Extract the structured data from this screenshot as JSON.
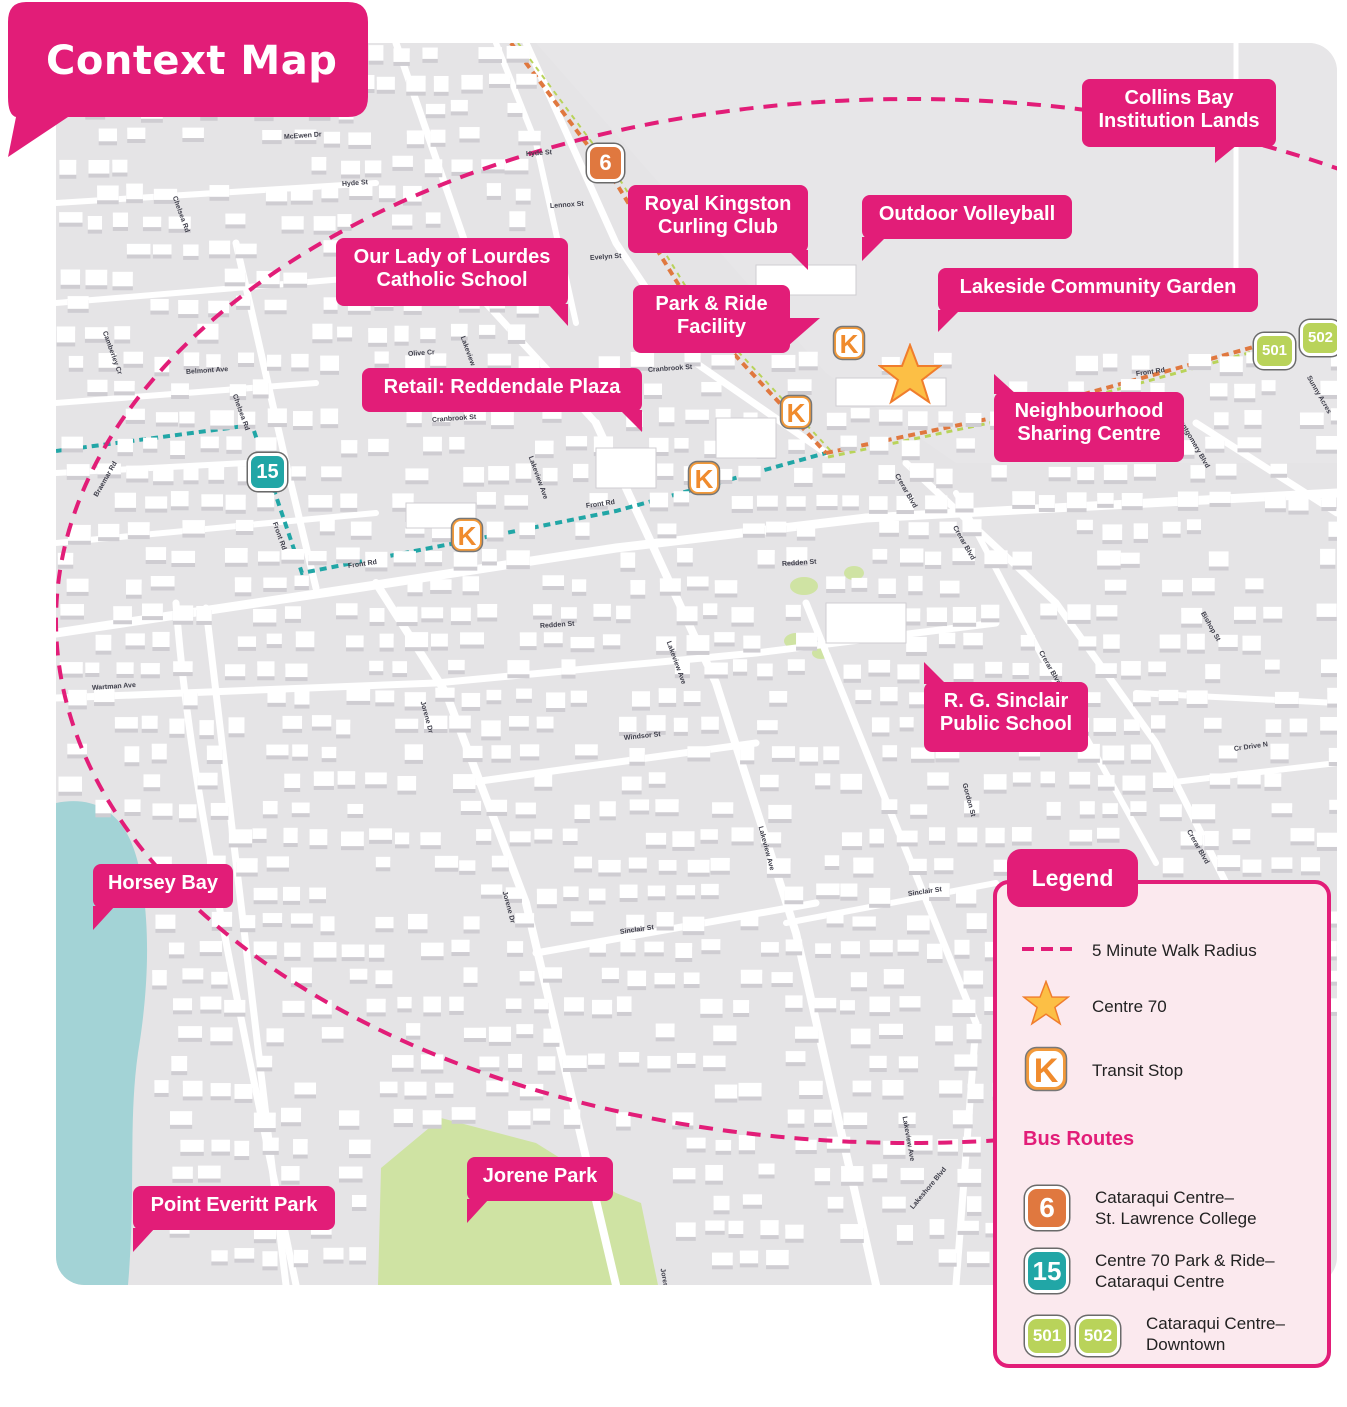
{
  "title": "Context Map",
  "colors": {
    "brand_pink": "#e21d78",
    "map_background": "#e5e4e6",
    "water": "#a3d3d6",
    "park": "#cfe3a3",
    "route_6": "#e0783f",
    "route_15": "#21a6a6",
    "route_501_502": "#b9d35a",
    "centre_star": "#fcbf45"
  },
  "callouts": {
    "collins_bay": "Collins Bay\nInstitution Lands",
    "curling_club": "Royal Kingston\nCurling Club",
    "volleyball": "Outdoor Volleyball",
    "lourdes": "Our Lady of Lourdes\nCatholic School",
    "park_ride": "Park & Ride\nFacility",
    "community_garden": "Lakeside Community Garden",
    "reddendale": "Retail: Reddendale Plaza",
    "sharing_centre": "Neighbourhood\nSharing Centre",
    "sinclair_school": "R. G. Sinclair\nPublic School",
    "horsey_bay": "Horsey Bay",
    "jorene_park": "Jorene Park",
    "point_everitt": "Point Everitt Park"
  },
  "streets": {
    "mcewen": "McEwen Dr",
    "hyde1": "Hyde St",
    "hyde2": "Hyde St",
    "lennox": "Lennox St",
    "evelyn": "Evelyn St",
    "chelsea1": "Chelsea Rd",
    "chelsea2": "Chelsea Rd",
    "camberley": "Camberley Cr",
    "belmont": "Belmont Ave",
    "olive": "Olive Cr",
    "lakeview1": "Lakeview Ave",
    "lakeview2": "Lakeview Ave",
    "lakeview3": "Lakeview Ave",
    "lakeview4": "Lakeview Ave",
    "lakeview5": "Lakeview Ave",
    "cranbrook1": "Cranbrook St",
    "cranbrook2": "Cranbrook St",
    "braemar": "Braemar Rd",
    "front1": "Front Rd",
    "front2": "Front Rd",
    "front3": "Front Rd",
    "redden1": "Redden St",
    "redden2": "Redden St",
    "wartman": "Wartman Ave",
    "jorene1": "Jorene Dr",
    "jorene2": "Jorene Dr",
    "jorene3": "Jorene",
    "windsor": "Windsor St",
    "sinclair1": "Sinclair St",
    "sinclair2": "Sinclair St",
    "crerar1": "Crerar Blvd",
    "crerar2": "Crerar Blvd",
    "crerar3": "Crerar Blvd",
    "crerar4": "Crerar Blvd",
    "bishop": "Bishop St",
    "gordon": "Gordon St",
    "crdrive": "Cr Drive N",
    "lakeshore": "Lakeshore Blvd",
    "montgomery": "Montgomery Blvd",
    "sunny": "Sunny Acres",
    "front_east": "Front Rd"
  },
  "route_badges": {
    "r6": "6",
    "r15": "15",
    "r501": "501",
    "r502": "502"
  },
  "legend": {
    "title": "Legend",
    "walk_radius": "5 Minute Walk Radius",
    "centre": "Centre 70",
    "transit_stop": "Transit Stop",
    "bus_routes_heading": "Bus Routes",
    "route6_badge": "6",
    "route6_desc": "Cataraqui Centre–\nSt. Lawrence College",
    "route15_badge": "15",
    "route15_desc": "Centre 70 Park & Ride–\nCataraqui Centre",
    "route501_badge": "501",
    "route502_badge": "502",
    "route501_desc": "Cataraqui Centre–\nDowntown"
  }
}
